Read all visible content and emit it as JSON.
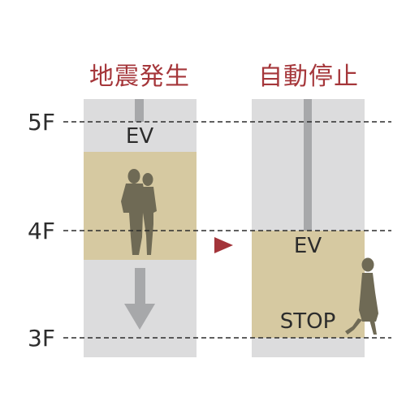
{
  "headings": {
    "left": "地震発生",
    "right": "自動停止"
  },
  "floors": {
    "f5": "5F",
    "f4": "4F",
    "f3": "3F"
  },
  "elevator": {
    "left_label": "EV",
    "right_label": "EV",
    "stop_label": "STOP"
  },
  "colors": {
    "heading": "#a5363a",
    "shaft": "#dcdcdd",
    "car": "#d6c9a1",
    "cable": "#a7a8aa",
    "figure": "#6f6a55",
    "text": "#2c2c2c",
    "arrow": "#a3343a"
  },
  "icons": {
    "down_arrow": "down-arrow-icon",
    "transition": "right-triangle-icon",
    "couple": "couple-silhouette-icon",
    "walker": "walking-woman-icon"
  }
}
